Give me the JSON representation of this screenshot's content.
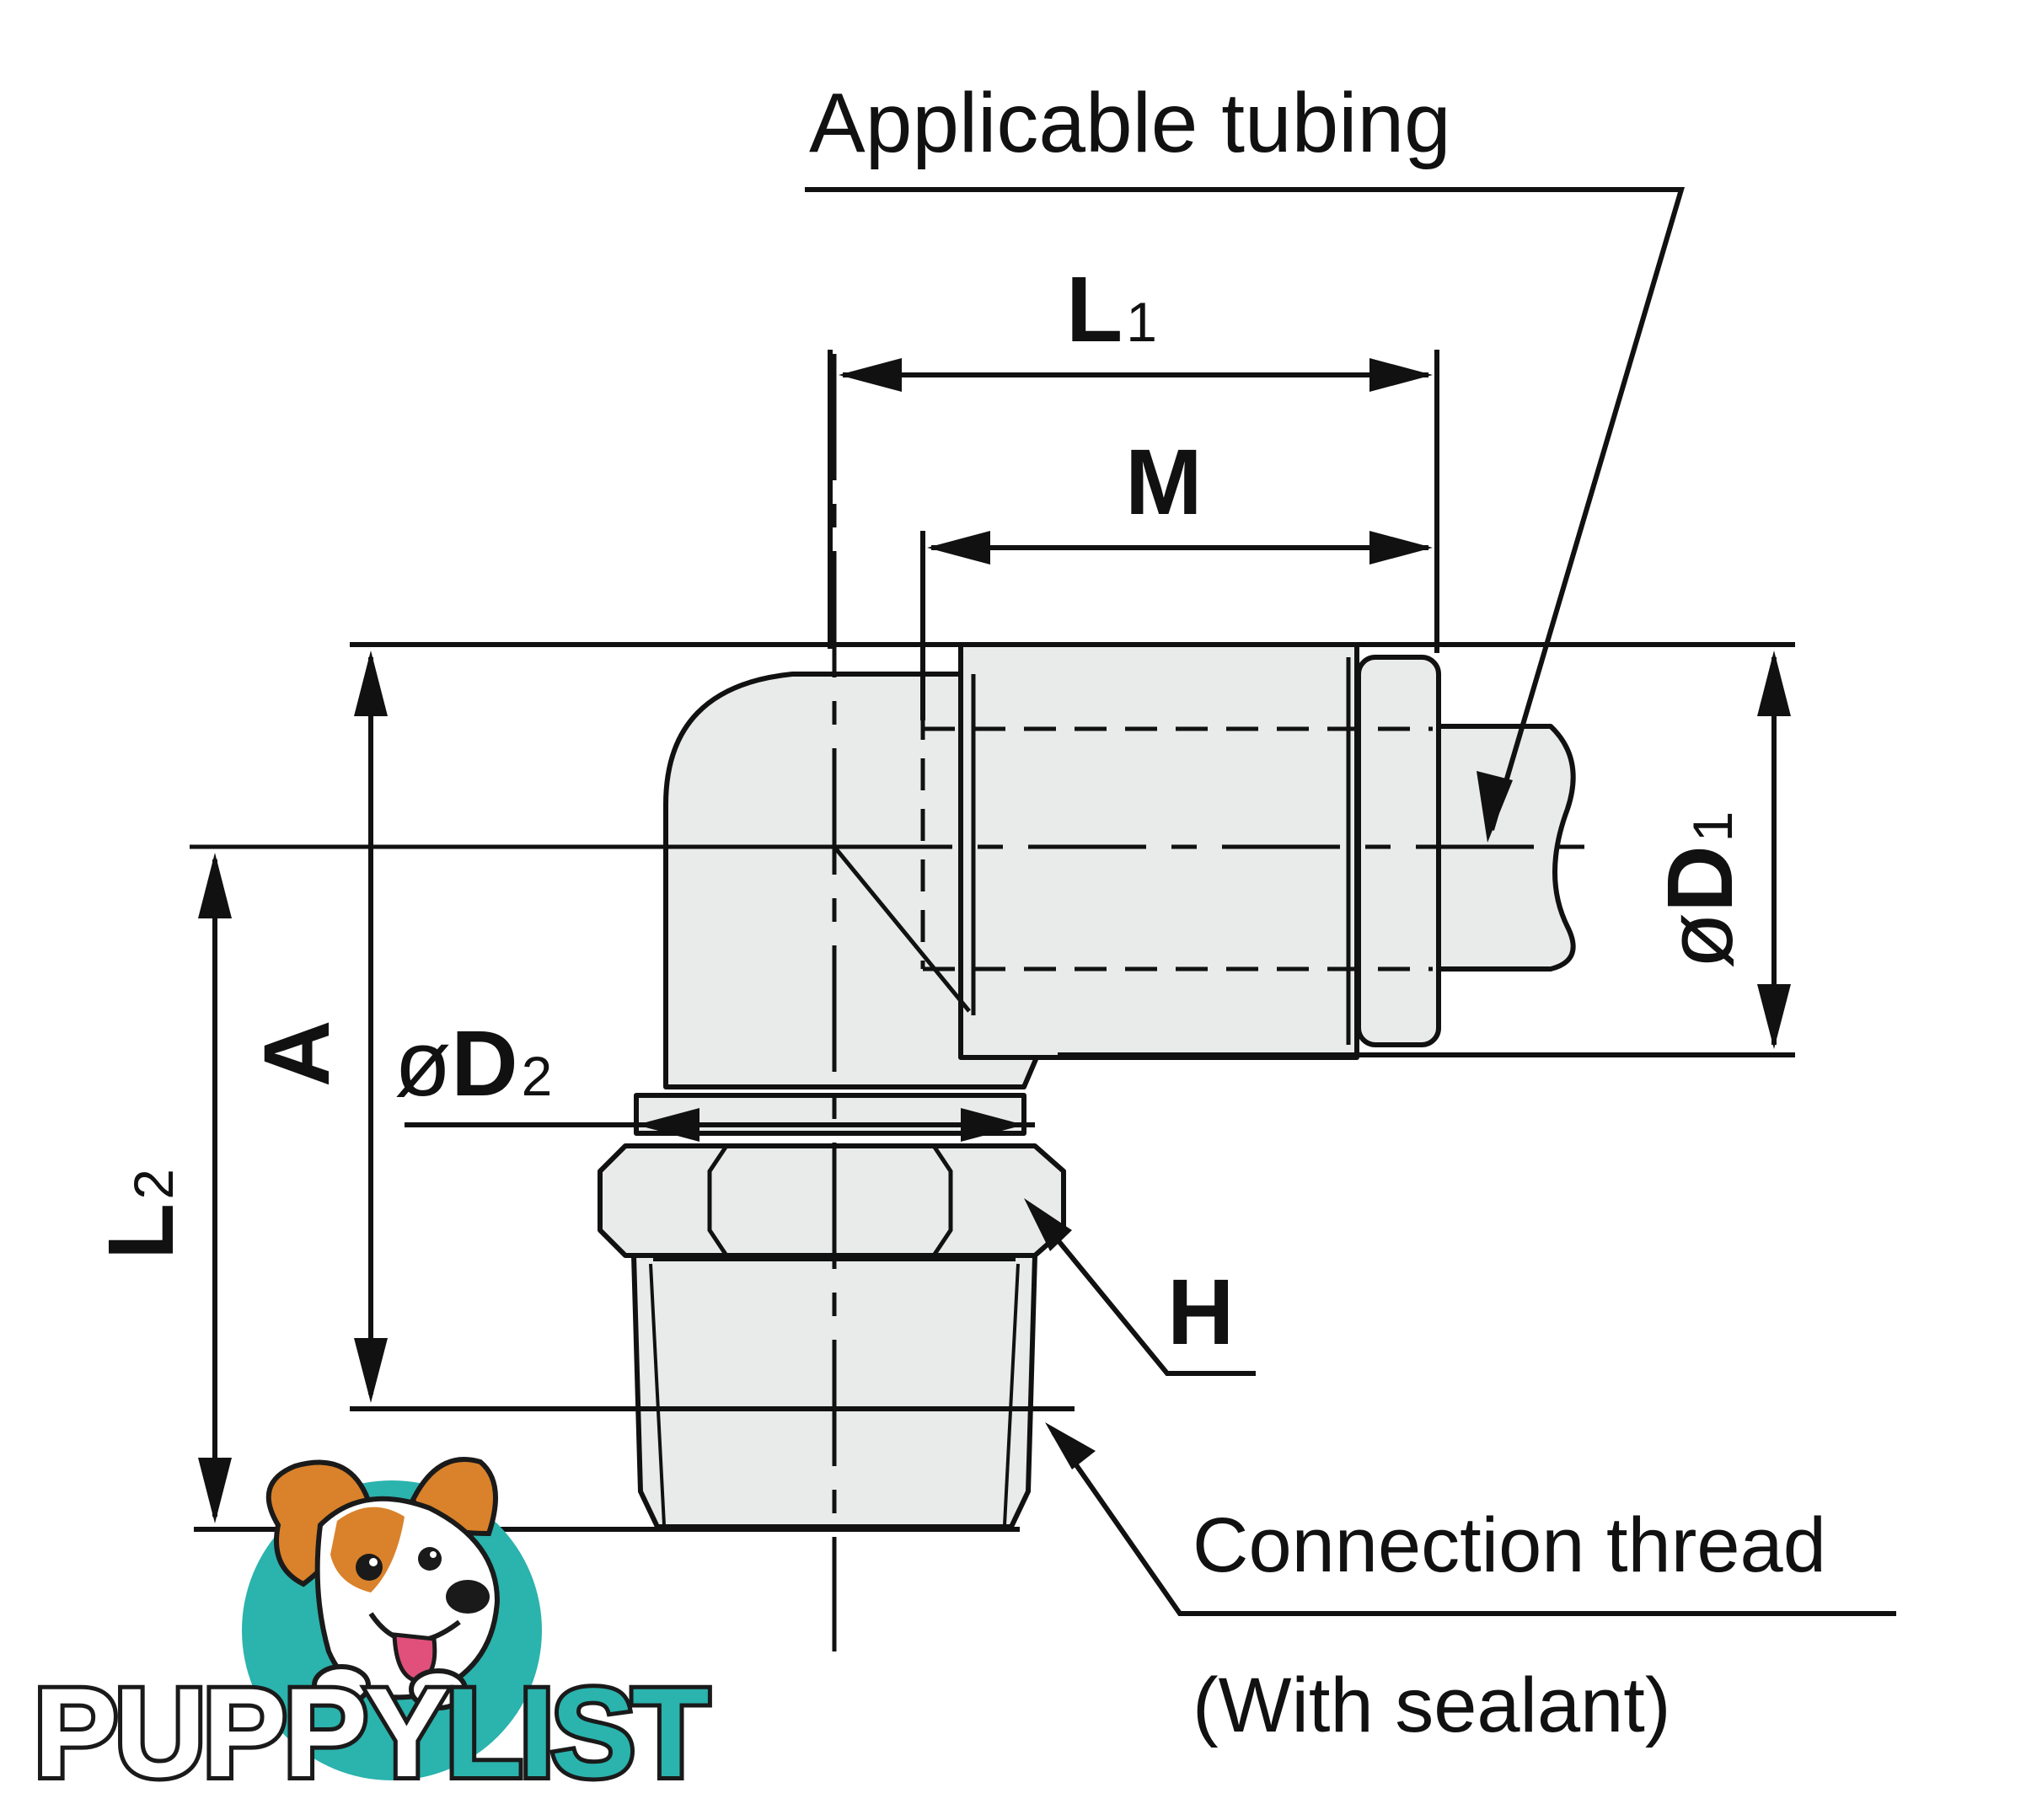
{
  "labels": {
    "applicable_tubing": "Applicable tubing",
    "connection_thread_line1": "Connection thread",
    "connection_thread_line2": "(With sealant)"
  },
  "dimensions": {
    "L1": {
      "main": "L",
      "sub": "1"
    },
    "M": {
      "main": "M"
    },
    "A": {
      "main": "A"
    },
    "L2": {
      "main": "L",
      "sub": "2"
    },
    "D1": {
      "prefix": "ø",
      "main": "D",
      "sub": "1"
    },
    "D2": {
      "prefix": "ø",
      "main": "D",
      "sub": "2"
    },
    "H": {
      "main": "H"
    }
  },
  "watermark": {
    "brand_part1": "PUPPY",
    "brand_part2": "LIST",
    "colors": {
      "teal": "#2bb3ad",
      "dark": "#1a1a1a",
      "dog_orange": "#d9822b"
    }
  },
  "colors": {
    "line": "#111111",
    "fill": "#e9eaea"
  }
}
